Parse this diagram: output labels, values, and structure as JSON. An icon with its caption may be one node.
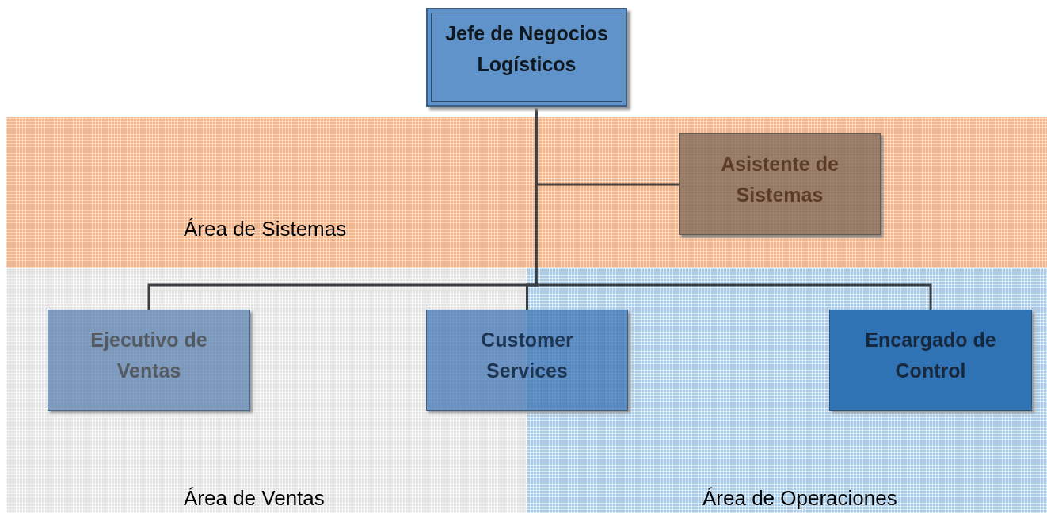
{
  "diagram": {
    "nodes": [
      {
        "text": [
          "Jefe de Negocios Logísticos"
        ]
      },
      {
        "text": [
          "Área de Sistemas"
        ]
      },
      {
        "text": [
          "Asistente de Sistemas"
        ],
        "in": 1
      },
      {
        "text": [
          "Área de Ventas"
        ]
      },
      {
        "text": [
          "Ejecutivo de Ventas"
        ],
        "in": 3
      },
      {
        "text": [
          "Customer Services"
        ]
      },
      {
        "text": [
          "Área de Operaciones"
        ]
      },
      {
        "text": [
          "Encargado de Control"
        ],
        "in": 6
      }
    ],
    "edges": [
      {
        "from": 0,
        "to": 2,
        "arrow": "none"
      },
      {
        "from": 0,
        "to": 4,
        "arrow": "none"
      },
      {
        "from": 0,
        "to": 5,
        "arrow": "none"
      },
      {
        "from": 0,
        "to": 7,
        "arrow": "none"
      }
    ]
  }
}
